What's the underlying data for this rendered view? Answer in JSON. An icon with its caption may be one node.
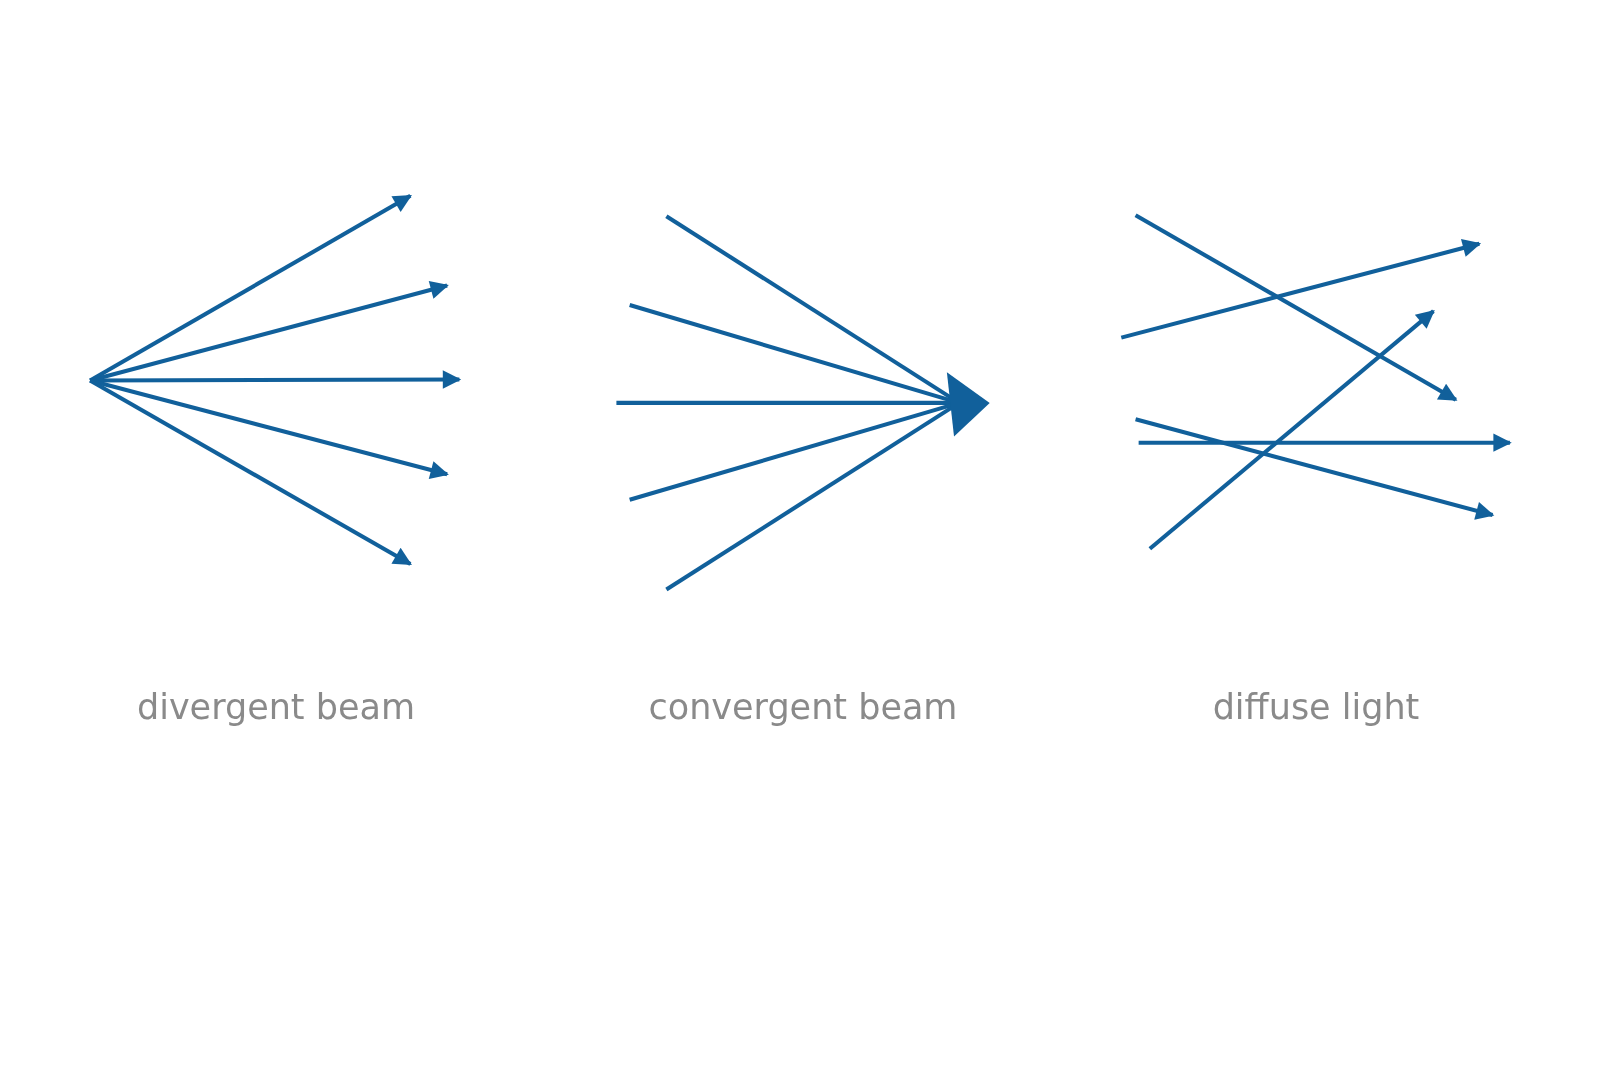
{
  "diagram": {
    "labels": [
      "divergent beam",
      "convergent beam",
      "diffuse light"
    ]
  }
}
